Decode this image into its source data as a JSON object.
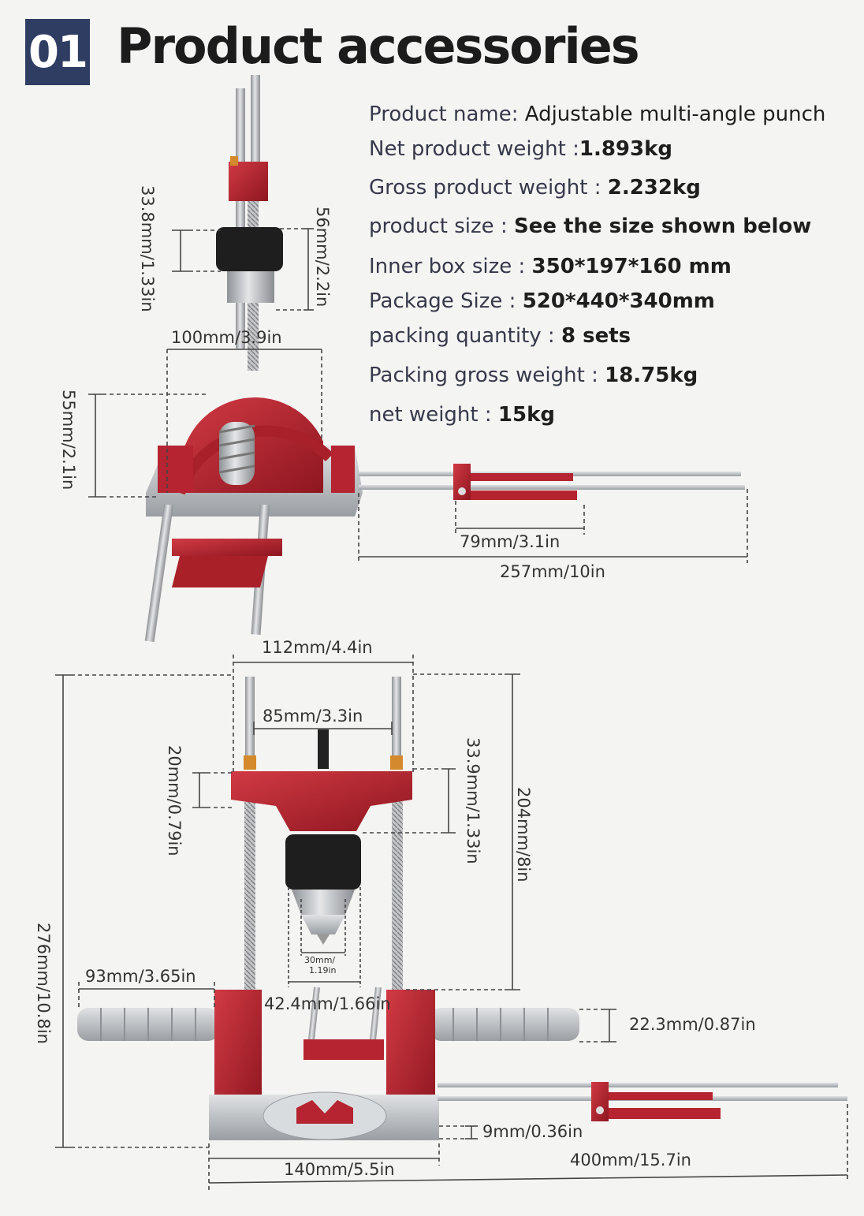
{
  "header": {
    "badge": "01",
    "title": "Product accessories"
  },
  "specs": [
    {
      "key": "Product name: ",
      "value": "Adjustable multi-angle punch"
    },
    {
      "key": "Net product weight :",
      "value": "1.893kg"
    },
    {
      "key": "Gross product weight : ",
      "value": "2.232kg"
    },
    {
      "key": "product size : ",
      "value": "See the size shown below"
    },
    {
      "key": "Inner box size : ",
      "value": "350*197*160 mm"
    },
    {
      "key": "Package Size : ",
      "value": "520*440*340mm"
    },
    {
      "key": "packing quantity : ",
      "value": "8 sets"
    },
    {
      "key": "Packing gross weight : ",
      "value": "18.75kg"
    },
    {
      "key": "net weight : ",
      "value": "15kg"
    }
  ],
  "dimensions": {
    "top": {
      "chuck_height": "33.8mm/1.33in",
      "chuck_assembly_height": "56mm/2.2in",
      "protractor_width": "100mm/3.9in",
      "base_height": "55mm/2.1in",
      "slider_length": "79mm/3.1in",
      "rail_length": "257mm/10in"
    },
    "bottom": {
      "outer_width": "112mm/4.4in",
      "rod_spacing": "85mm/3.3in",
      "carriage_height": "20mm/0.79in",
      "carriage_travel": "33.9mm/1.33in",
      "column_height": "204mm/8in",
      "total_height": "276mm/10.8in",
      "chuck_width_1": "30mm/",
      "chuck_width_2": "1.19in",
      "throat_width": "42.4mm/1.66in",
      "handle_length": "93mm/3.65in",
      "handle_diameter": "22.3mm/0.87in",
      "base_thickness": "9mm/0.36in",
      "base_width": "140mm/5.5in",
      "rail_length": "400mm/15.7in"
    }
  },
  "colors": {
    "badge": "#2f3d63",
    "anodized_red": "#b52430",
    "steel": "#b9bcc0",
    "chuck_black": "#1e1e1e"
  }
}
